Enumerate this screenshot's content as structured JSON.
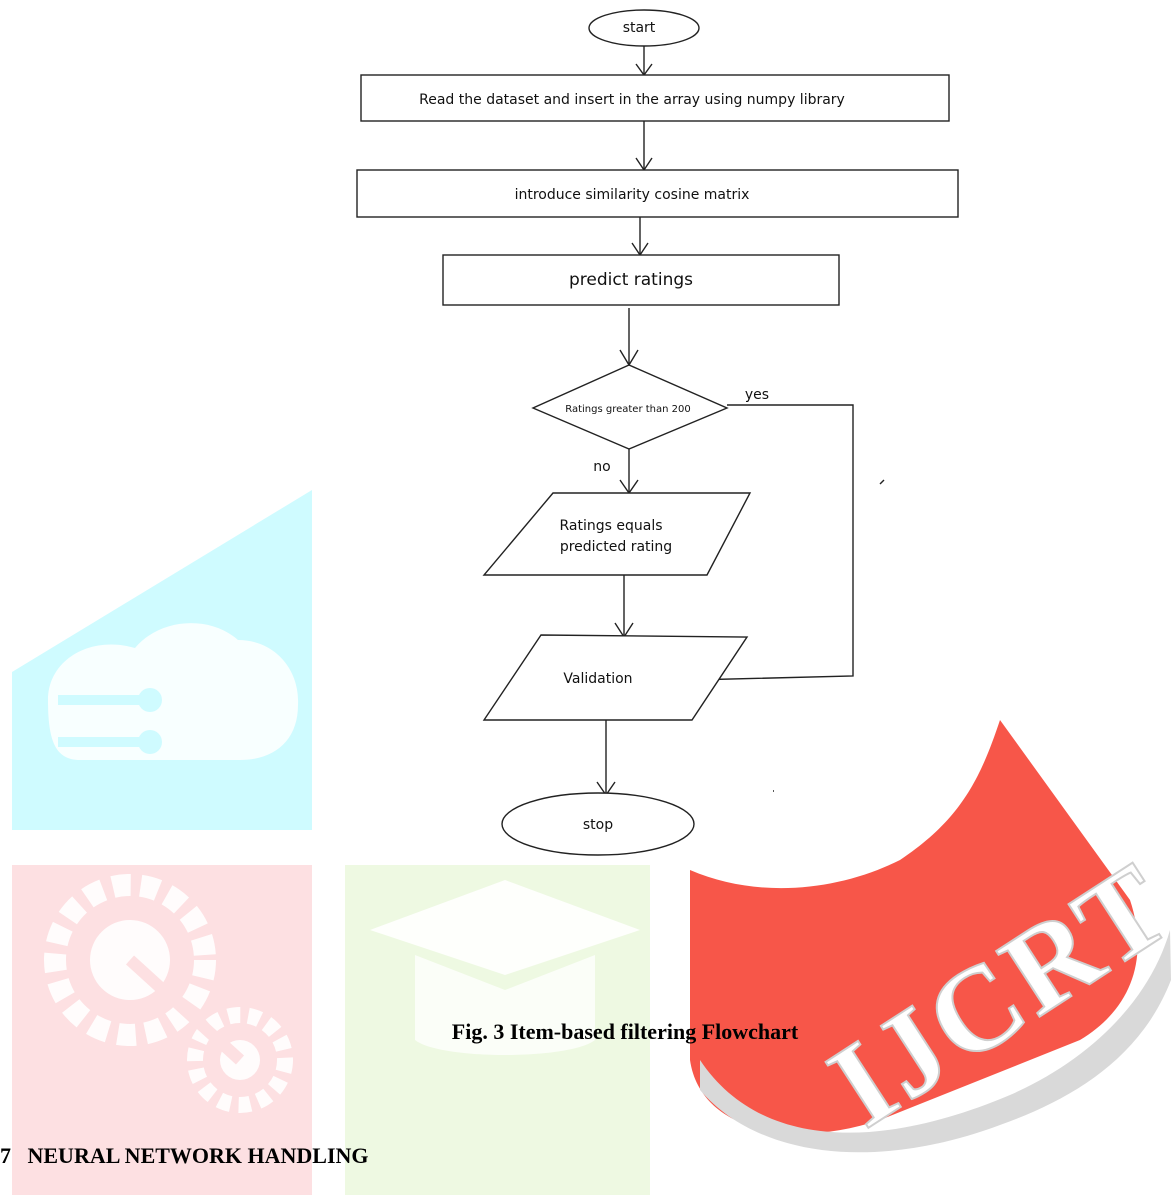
{
  "flowchart": {
    "start_label": "start",
    "read_dataset_label": "Read the dataset and insert in the array using numpy library",
    "cosine_matrix_label": "introduce similarity cosine matrix",
    "predict_label": "predict ratings",
    "decision_label": "Ratings greater than 200",
    "yes_label": "yes",
    "no_label": "no",
    "assign_label_line1": "Ratings equals",
    "assign_label_line2": "predicted rating",
    "validation_label": "Validation",
    "stop_label": "stop"
  },
  "caption": "Fig. 3 Item-based filtering Flowchart",
  "section_heading": {
    "number": "7",
    "title": "NEURAL NETWORK HANDLING"
  },
  "watermark": {
    "text": "IJCRT",
    "colors": {
      "cyan": "#cffbff",
      "pink": "#fde0e2",
      "green": "#eef9e2",
      "red": "#f6483a",
      "gray": "#d9d9d9"
    }
  }
}
